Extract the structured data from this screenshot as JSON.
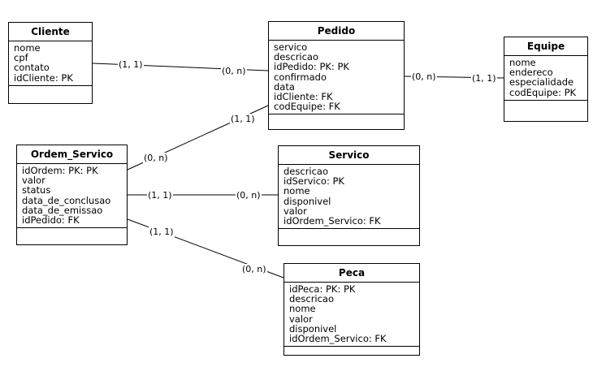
{
  "entities": {
    "cliente": {
      "title": "Cliente",
      "attributes": [
        "nome",
        "cpf",
        "contato",
        "idCliente: PK"
      ]
    },
    "pedido": {
      "title": "Pedido",
      "attributes": [
        "servico",
        "descricao",
        "idPedido: PK: PK",
        "confirmado",
        "data",
        "idCliente: FK",
        "codEquipe: FK"
      ]
    },
    "equipe": {
      "title": "Equipe",
      "attributes": [
        "nome",
        "endereco",
        "especialidade",
        "codEquipe: PK"
      ]
    },
    "ordem_servico": {
      "title": "Ordem_Servico",
      "attributes": [
        "idOrdem: PK: PK",
        "valor",
        "status",
        "data_de_conclusao",
        "data_de_emissao",
        "idPedido: FK"
      ]
    },
    "servico": {
      "title": "Servico",
      "attributes": [
        "descricao",
        "idServico: PK",
        "nome",
        "disponivel",
        "valor",
        "idOrdem_Servico: FK"
      ]
    },
    "peca": {
      "title": "Peca",
      "attributes": [
        "idPeca: PK: PK",
        "descricao",
        "nome",
        "valor",
        "disponivel",
        "idOrdem_Servico: FK"
      ]
    }
  },
  "relationships": {
    "cliente_pedido": {
      "card_a": "(1, 1)",
      "card_b": "(0, n)"
    },
    "pedido_equipe": {
      "card_a": "(0, n)",
      "card_b": "(1, 1)"
    },
    "pedido_ordem": {
      "card_a": "(1, 1)",
      "card_b": "(0, n)"
    },
    "ordem_servico_rel": {
      "card_a": "(1, 1)",
      "card_b": "(0, n)"
    },
    "ordem_peca": {
      "card_a": "(1, 1)",
      "card_b": "(0, n)"
    }
  },
  "colors": {
    "line": "#000000",
    "background": "#ffffff"
  }
}
